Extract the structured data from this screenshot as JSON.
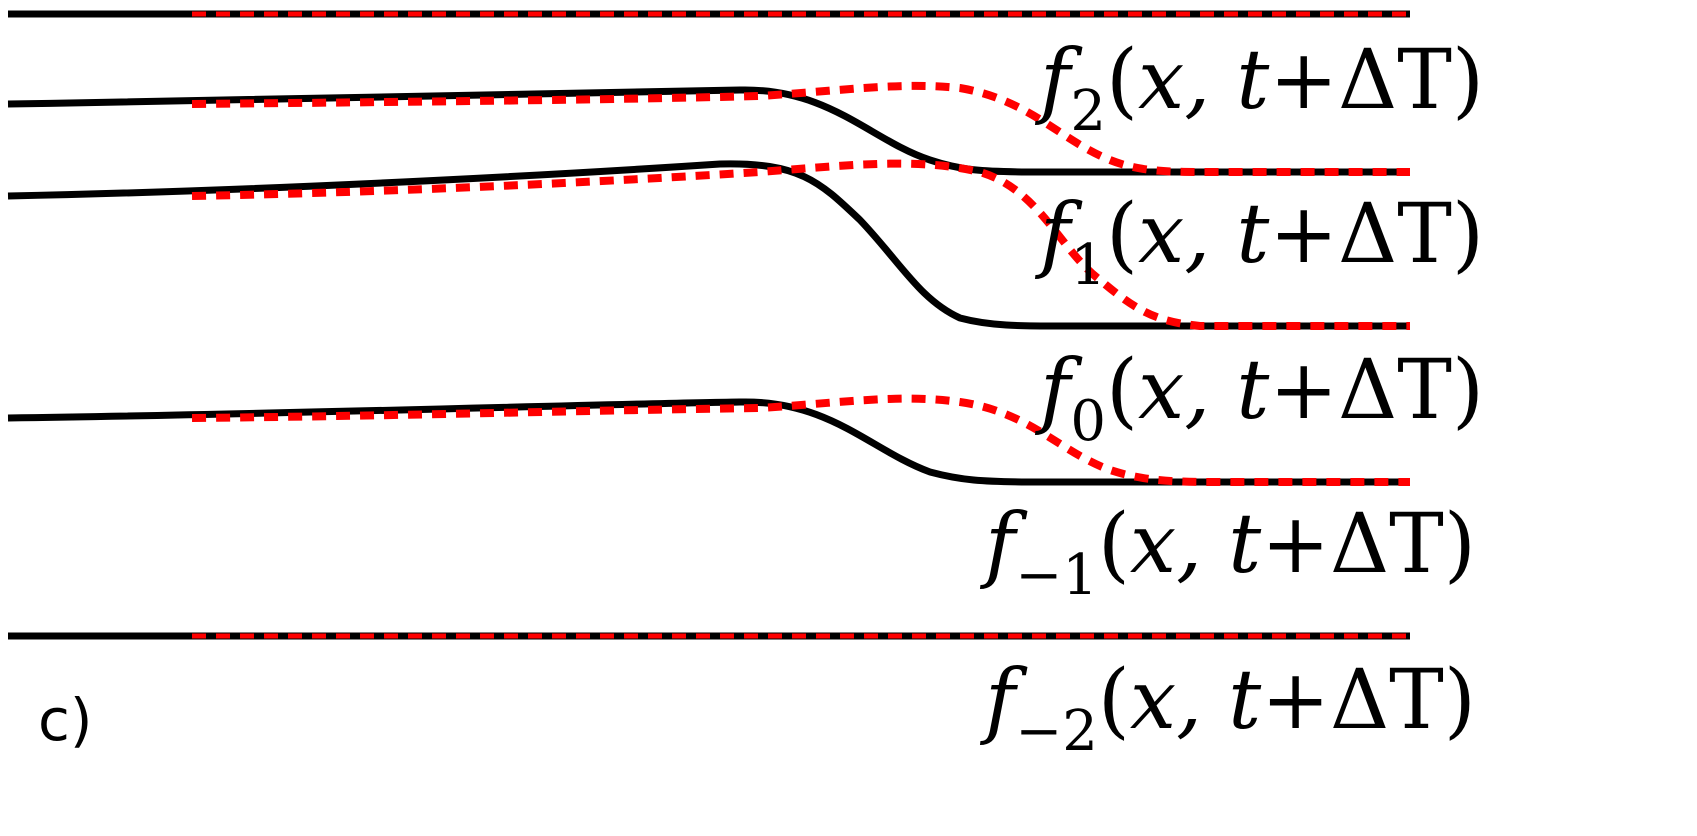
{
  "panel_label": "c)",
  "colors": {
    "solid_curve": "#000000",
    "dashed_curve": "#ff0000",
    "background": "#ffffff"
  },
  "curves": [
    {
      "id": "level-2-top",
      "style": "flat"
    },
    {
      "id": "level-upper-kink",
      "style": "kink"
    },
    {
      "id": "level-middle-kink",
      "style": "kink"
    },
    {
      "id": "level-lower-kink",
      "style": "kink"
    },
    {
      "id": "level-bottom",
      "style": "flat"
    }
  ],
  "labels": [
    {
      "function": "f",
      "index": "2",
      "args": "x, t",
      "plus": "+",
      "delta": "ΔT"
    },
    {
      "function": "f",
      "index": "1",
      "args": "x, t",
      "plus": "+",
      "delta": "ΔT"
    },
    {
      "function": "f",
      "index": "0",
      "args": "x, t",
      "plus": "+",
      "delta": "ΔT"
    },
    {
      "function": "f",
      "index": "−1",
      "args": "x, t",
      "plus": "+",
      "delta": "ΔT"
    },
    {
      "function": "f",
      "index": "−2",
      "args": "x, t",
      "plus": "+",
      "delta": "ΔT"
    }
  ]
}
